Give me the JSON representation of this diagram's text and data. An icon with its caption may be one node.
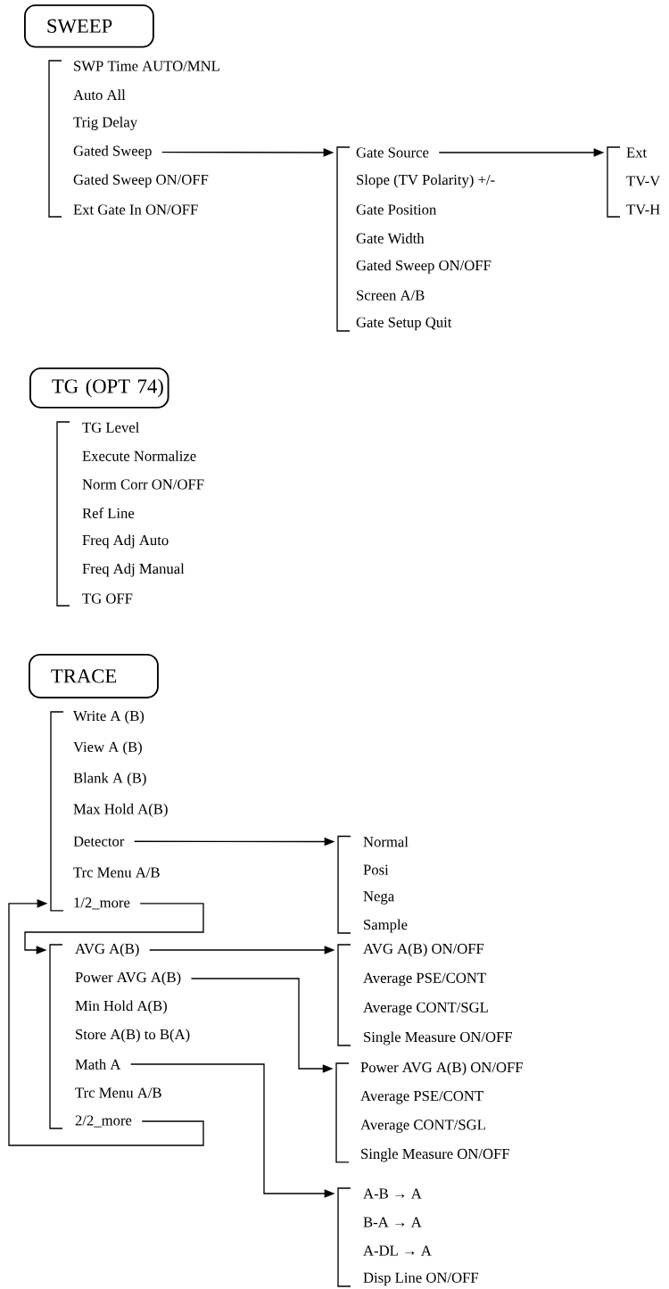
{
  "diagram": {
    "nodes": [
      {
        "text": [
          "SWEEP"
        ]
      },
      {
        "text": [
          "SWP Time AUTO/MNL"
        ]
      },
      {
        "text": [
          "Auto All"
        ]
      },
      {
        "text": [
          "Trig Delay"
        ]
      },
      {
        "text": [
          "Gated Sweep"
        ]
      },
      {
        "text": [
          "Gated Sweep ON/OFF"
        ]
      },
      {
        "text": [
          "Ext Gate In  ON/OFF"
        ]
      },
      {
        "text": [
          "Gate Source"
        ]
      },
      {
        "text": [
          "Slope (TV Polarity) +/-"
        ]
      },
      {
        "text": [
          "Gate Position"
        ]
      },
      {
        "text": [
          "Gate Width"
        ]
      },
      {
        "text": [
          "Gated Sweep ON/OFF"
        ]
      },
      {
        "text": [
          "Screen A/B"
        ]
      },
      {
        "text": [
          "Gate Setup Quit"
        ]
      },
      {
        "text": [
          "Ext"
        ]
      },
      {
        "text": [
          "TV-V"
        ]
      },
      {
        "text": [
          "TV-H"
        ]
      },
      {
        "text": [
          "TG (OPT 74)"
        ]
      },
      {
        "text": [
          "TG Level"
        ]
      },
      {
        "text": [
          "Execute Normalize"
        ]
      },
      {
        "text": [
          "Norm Corr ON/OFF"
        ]
      },
      {
        "text": [
          "Ref Line"
        ]
      },
      {
        "text": [
          "Freq Adj Auto"
        ]
      },
      {
        "text": [
          "Freq Adj Manual"
        ]
      },
      {
        "text": [
          "TG OFF"
        ]
      },
      {
        "text": [
          "TRACE"
        ]
      },
      {
        "text": [
          "Write A (B)"
        ]
      },
      {
        "text": [
          "View A (B)"
        ]
      },
      {
        "text": [
          "Blank A (B)"
        ]
      },
      {
        "text": [
          "Max Hold  A(B)"
        ]
      },
      {
        "text": [
          "Detector"
        ]
      },
      {
        "text": [
          "Trc Menu A/B"
        ]
      },
      {
        "text": [
          "1/2_more"
        ]
      },
      {
        "text": [
          "Normal"
        ]
      },
      {
        "text": [
          "Posi"
        ]
      },
      {
        "text": [
          "Nega"
        ]
      },
      {
        "text": [
          "Sample"
        ]
      },
      {
        "text": [
          "AVG A(B)"
        ]
      },
      {
        "text": [
          "Power AVG A(B)"
        ]
      },
      {
        "text": [
          "Min Hold  A(B)"
        ]
      },
      {
        "text": [
          "Store A(B) to B(A)"
        ]
      },
      {
        "text": [
          "Math A"
        ]
      },
      {
        "text": [
          "Trc Menu A/B"
        ]
      },
      {
        "text": [
          "2/2_more"
        ]
      },
      {
        "text": [
          "AVG A(B)  ON/OFF"
        ]
      },
      {
        "text": [
          "Average PSE/CONT"
        ]
      },
      {
        "text": [
          "Average  CONT/SGL"
        ]
      },
      {
        "text": [
          "Single Measure ON/OFF"
        ]
      },
      {
        "text": [
          "Power AVG A(B)  ON/OFF"
        ]
      },
      {
        "text": [
          "Average PSE/CONT"
        ]
      },
      {
        "text": [
          "Average  CONT/SGL"
        ]
      },
      {
        "text": [
          "Single Measure ON/OFF"
        ]
      },
      {
        "text": [
          "A-B → A"
        ]
      },
      {
        "text": [
          "B-A → A"
        ]
      },
      {
        "text": [
          "A-DL → A"
        ]
      },
      {
        "text": [
          "Disp Line ON/OFF"
        ]
      }
    ],
    "edges": [
      {
        "from": 4,
        "to": 7,
        "arrow": "to"
      },
      {
        "from": 7,
        "to": 14,
        "arrow": "to"
      },
      {
        "from": 30,
        "to": 33,
        "arrow": "to"
      },
      {
        "from": 32,
        "to": 37,
        "arrow": "to"
      },
      {
        "from": 37,
        "to": 44,
        "arrow": "to"
      },
      {
        "from": 38,
        "to": 48,
        "arrow": "to"
      },
      {
        "from": 41,
        "to": 52,
        "arrow": "to"
      },
      {
        "from": 43,
        "to": 32,
        "arrow": "to"
      }
    ]
  }
}
